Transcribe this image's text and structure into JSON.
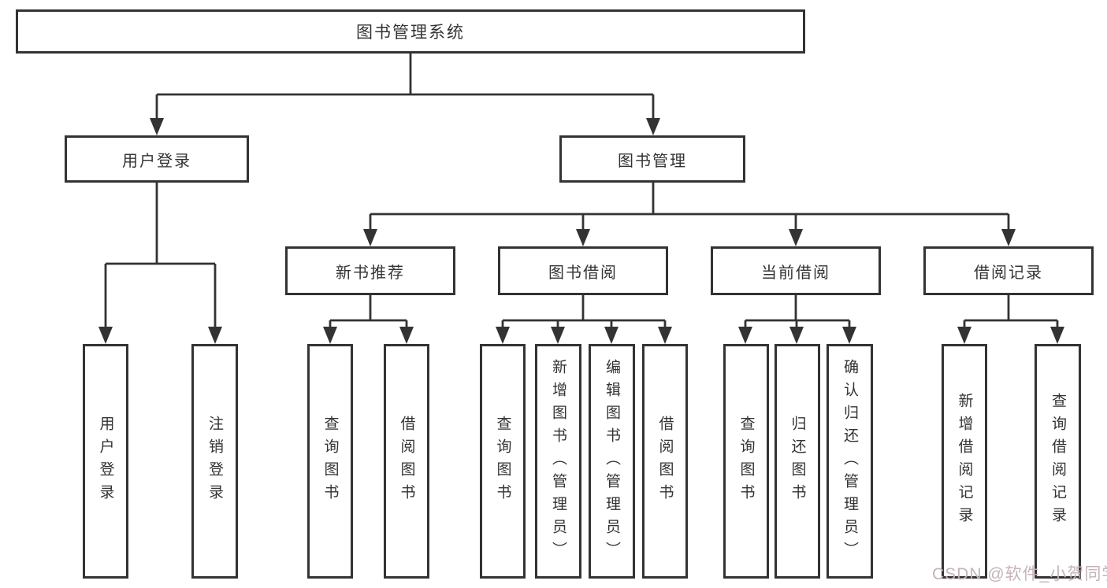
{
  "tree": {
    "root": "图书管理系统",
    "user_login_branch": {
      "label": "用户登录",
      "children": [
        "用户登录",
        "注销登录"
      ]
    },
    "book_mgmt_branch": {
      "label": "图书管理",
      "sections": [
        {
          "label": "新书推荐",
          "children": [
            "查询图书",
            "借阅图书"
          ]
        },
        {
          "label": "图书借阅",
          "children": [
            "查询图书",
            "新增图书（管理员）",
            "编辑图书（管理员）",
            "借阅图书"
          ]
        },
        {
          "label": "当前借阅",
          "children": [
            "查询图书",
            "归还图书",
            "确认归还（管理员）"
          ]
        },
        {
          "label": "借阅记录",
          "children": [
            "新增借阅记录",
            "查询借阅记录"
          ]
        }
      ]
    }
  },
  "watermark": {
    "text": "CSDN @软件_小贺同学"
  },
  "colors": {
    "line": "#333333",
    "box_border": "#333333",
    "text": "#333333",
    "background": "#ffffff",
    "watermark": "#c6b3b7"
  }
}
